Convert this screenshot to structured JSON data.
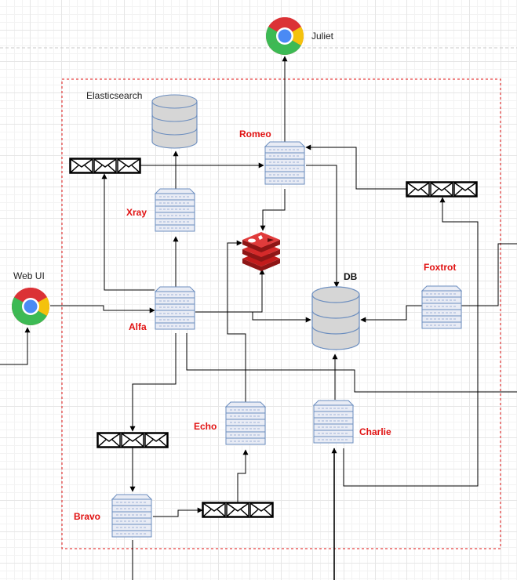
{
  "colors": {
    "label_red": "#e11212",
    "server_fill": "#e9ecf5",
    "server_stroke": "#6c8ebf",
    "db_fill": "#d6d6d6",
    "db_stroke": "#6c8ebf",
    "boundary": "#e11212",
    "redis": "#c21b1b",
    "edge": "#000000"
  },
  "icons": {
    "browser": "chrome-icon",
    "server": "server-icon",
    "database": "database-icon",
    "queue": "message-queue-icon",
    "cache": "redis-icon"
  },
  "labels": {
    "juliet": "Juliet",
    "web_ui": "Web UI",
    "elasticsearch": "Elasticsearch",
    "romeo": "Romeo",
    "xray": "Xray",
    "alfa": "Alfa",
    "db": "DB",
    "foxtrot": "Foxtrot",
    "echo": "Echo",
    "charlie": "Charlie",
    "bravo": "Bravo"
  }
}
